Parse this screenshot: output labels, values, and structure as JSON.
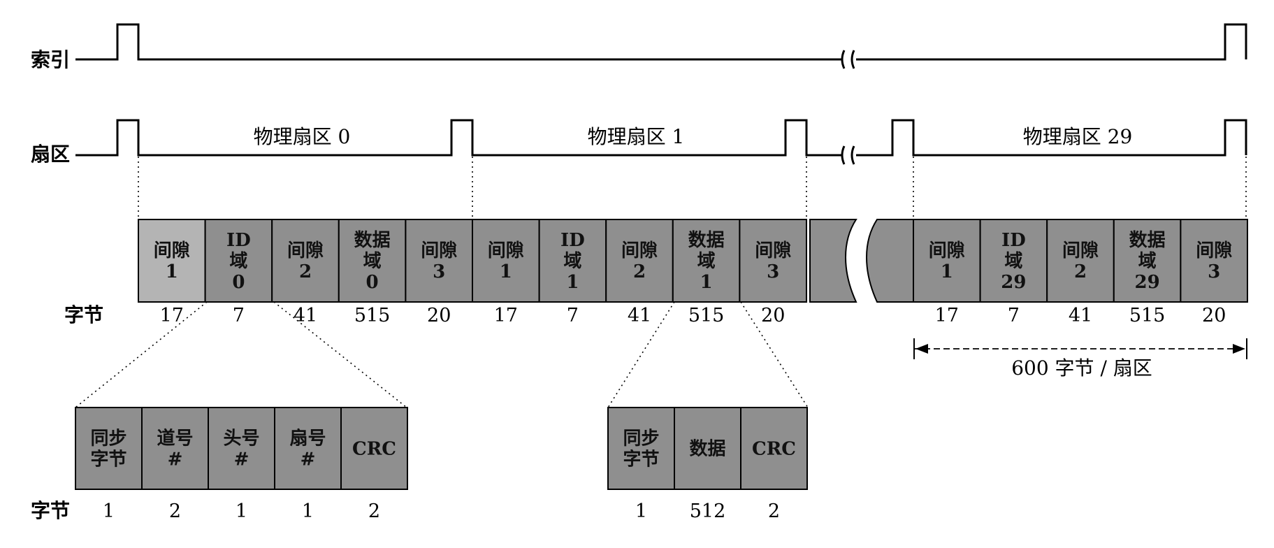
{
  "signals": {
    "index_label": "索引",
    "sector_label": "扇区"
  },
  "sectors": [
    {
      "label": "物理扇区 0"
    },
    {
      "label": "物理扇区 1"
    },
    {
      "label": "物理扇区 29"
    }
  ],
  "track_row": {
    "bytes_label": "字节",
    "cells": [
      {
        "lines": [
          "间隙",
          "1"
        ],
        "bytes": "17"
      },
      {
        "lines": [
          "ID",
          "域",
          "0"
        ],
        "bytes": "7"
      },
      {
        "lines": [
          "间隙",
          "2"
        ],
        "bytes": "41"
      },
      {
        "lines": [
          "数据",
          "域",
          "0"
        ],
        "bytes": "515"
      },
      {
        "lines": [
          "间隙",
          "3"
        ],
        "bytes": "20"
      },
      {
        "lines": [
          "间隙",
          "1"
        ],
        "bytes": "17"
      },
      {
        "lines": [
          "ID",
          "域",
          "1"
        ],
        "bytes": "7"
      },
      {
        "lines": [
          "间隙",
          "2"
        ],
        "bytes": "41"
      },
      {
        "lines": [
          "数据",
          "域",
          "1"
        ],
        "bytes": "515"
      },
      {
        "lines": [
          "间隙",
          "3"
        ],
        "bytes": "20"
      },
      {
        "lines": [
          "间隙",
          "1"
        ],
        "bytes": "17"
      },
      {
        "lines": [
          "ID",
          "域",
          "29"
        ],
        "bytes": "7"
      },
      {
        "lines": [
          "间隙",
          "2"
        ],
        "bytes": "41"
      },
      {
        "lines": [
          "数据",
          "域",
          "29"
        ],
        "bytes": "515"
      },
      {
        "lines": [
          "间隙",
          "3"
        ],
        "bytes": "20"
      }
    ]
  },
  "sector_span_label": "600 字节 / 扇区",
  "id_field_detail": {
    "bytes_label": "字节",
    "cells": [
      {
        "lines": [
          "同步",
          "字节"
        ],
        "bytes": "1"
      },
      {
        "lines": [
          "道号",
          "#"
        ],
        "bytes": "2"
      },
      {
        "lines": [
          "头号",
          "#"
        ],
        "bytes": "1"
      },
      {
        "lines": [
          "扇号",
          "#"
        ],
        "bytes": "1"
      },
      {
        "lines": [
          "CRC"
        ],
        "bytes": "2"
      }
    ]
  },
  "data_field_detail": {
    "cells": [
      {
        "lines": [
          "同步",
          "字节"
        ],
        "bytes": "1"
      },
      {
        "lines": [
          "数据"
        ],
        "bytes": "512"
      },
      {
        "lines": [
          "CRC"
        ],
        "bytes": "2"
      }
    ]
  },
  "colors": {
    "cell_fill": "#8f8f8f",
    "cell_fill_light": "#b4b4b4",
    "line": "#000000"
  }
}
